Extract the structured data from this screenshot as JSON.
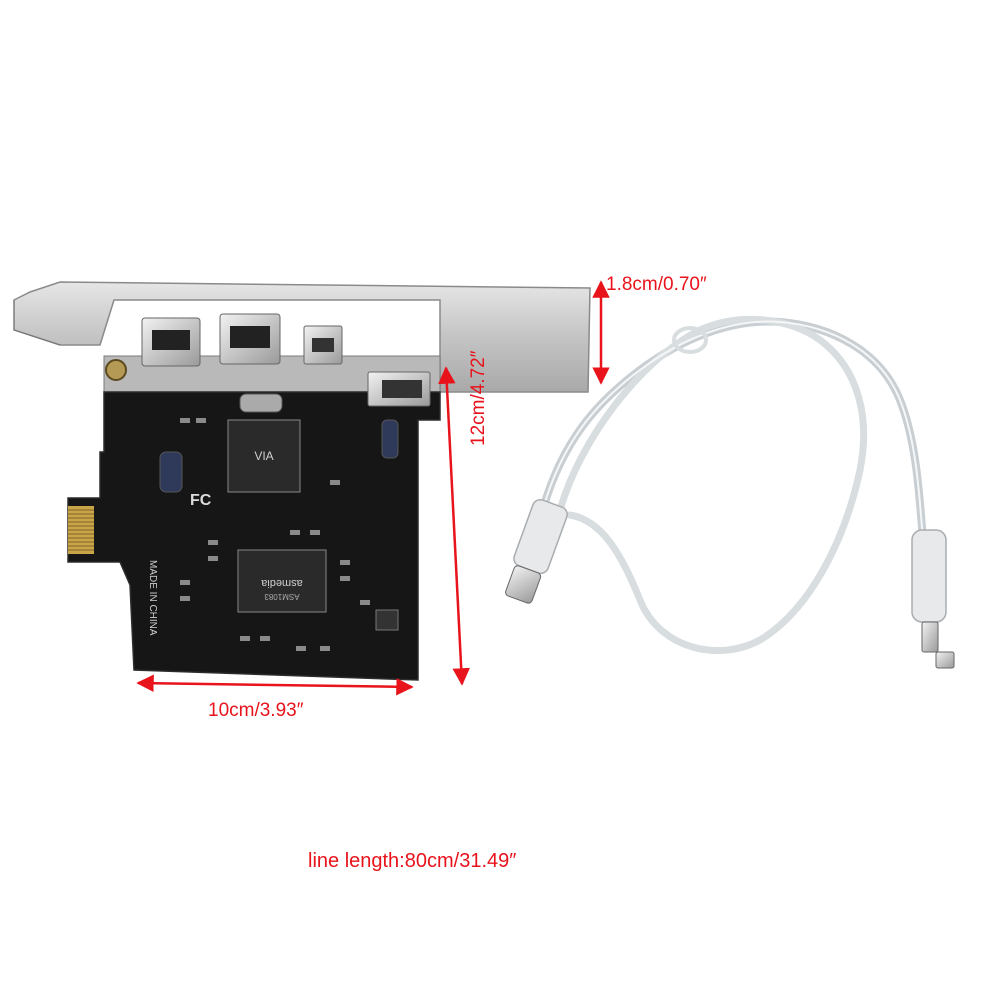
{
  "product": {
    "board_text": {
      "fcc_mark": "FC",
      "made_in": "MADE IN CHINA",
      "chip1_brand": "VIA",
      "chip2_brand": "asmedia",
      "chip2_model": "ASM1083"
    }
  },
  "dimensions": {
    "width_label": "10cm/3.93″",
    "height_label": "12cm/4.72″",
    "bracket_label": "1.8cm/0.70″",
    "cable_label": "line length:80cm/31.49″"
  },
  "colors": {
    "annotation": "#e8131b",
    "pcb": "#161616",
    "bracket": "#c9c9c9",
    "cable": "#d8dde0"
  }
}
